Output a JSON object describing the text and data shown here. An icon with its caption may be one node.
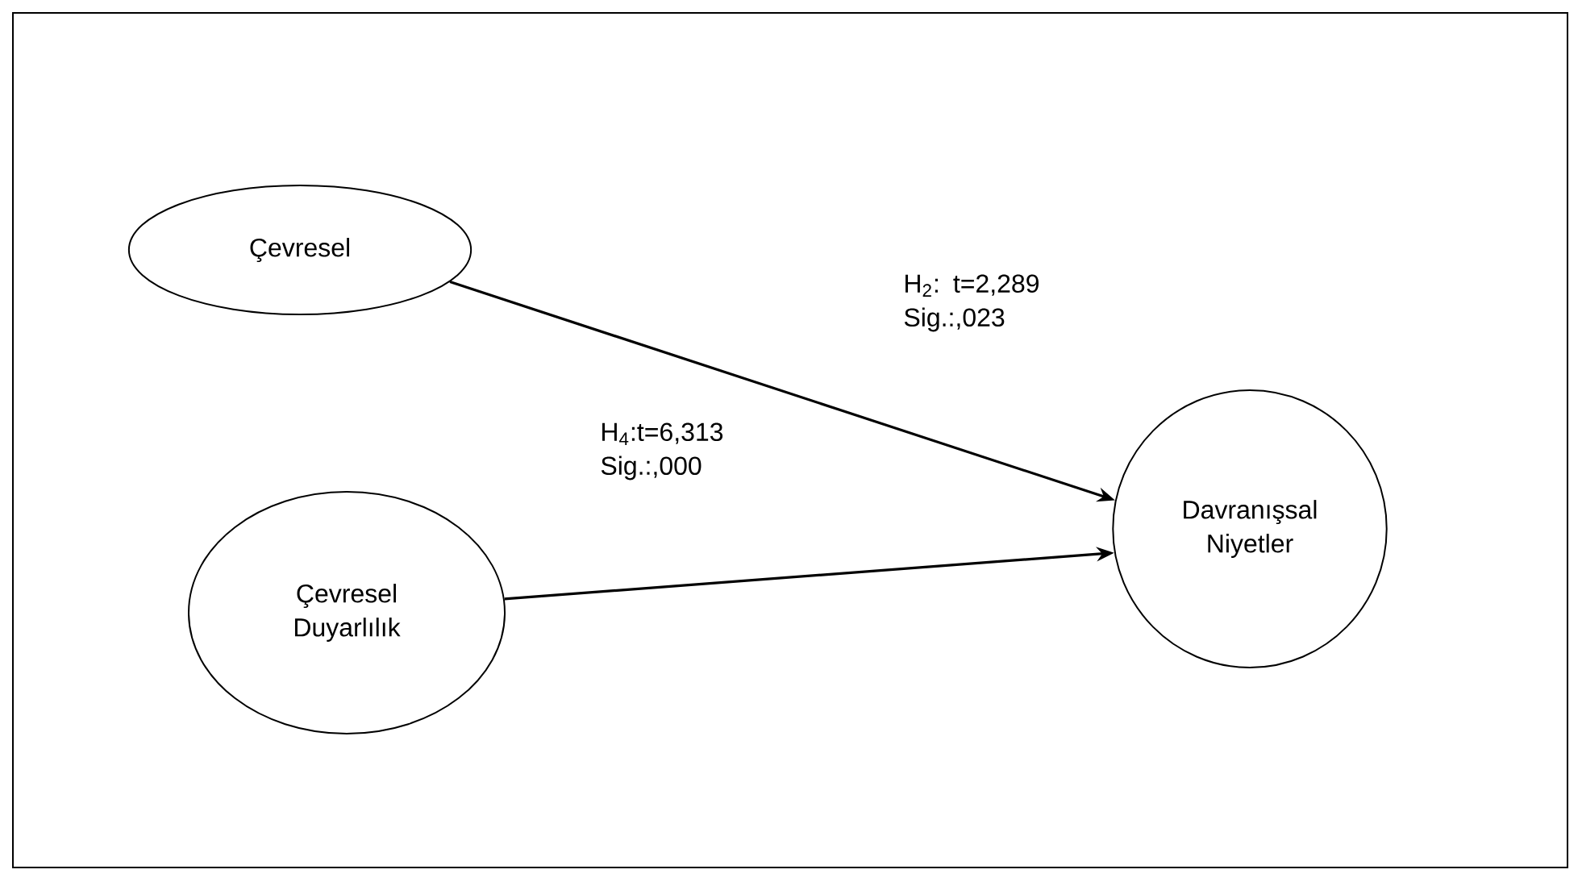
{
  "diagram": {
    "nodes": [
      {
        "text": [
          "Çevresel"
        ]
      },
      {
        "text": [
          "Çevresel Duyarlılık"
        ]
      },
      {
        "text": [
          "Davranışsal Niyetler"
        ]
      }
    ],
    "edges": [
      {
        "from": 0,
        "to": 2,
        "arrow": "to",
        "label": "H$_{2}$: t=2,289 Sig.:,023"
      },
      {
        "from": 1,
        "to": 2,
        "arrow": "to",
        "label": "H$_{4}$:t=6,313 Sig.:,000"
      }
    ]
  }
}
